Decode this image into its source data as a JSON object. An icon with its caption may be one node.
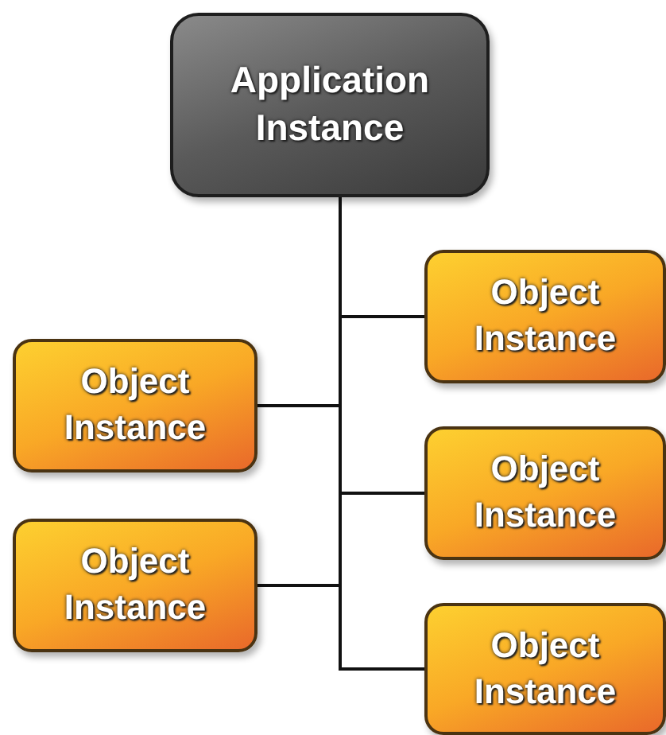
{
  "diagram": {
    "nodes": [
      {
        "text": [
          "Application Instance"
        ]
      },
      {
        "text": [
          "Object Instance"
        ]
      },
      {
        "text": [
          "Object Instance"
        ]
      },
      {
        "text": [
          "Object Instance"
        ]
      },
      {
        "text": [
          "Object Instance"
        ]
      },
      {
        "text": [
          "Object Instance"
        ]
      }
    ],
    "edges": [
      {
        "from": 0,
        "to": 1,
        "arrow": "none"
      },
      {
        "from": 0,
        "to": 2,
        "arrow": "none"
      },
      {
        "from": 0,
        "to": 3,
        "arrow": "none"
      },
      {
        "from": 0,
        "to": 4,
        "arrow": "none"
      },
      {
        "from": 0,
        "to": 5,
        "arrow": "none"
      }
    ]
  }
}
